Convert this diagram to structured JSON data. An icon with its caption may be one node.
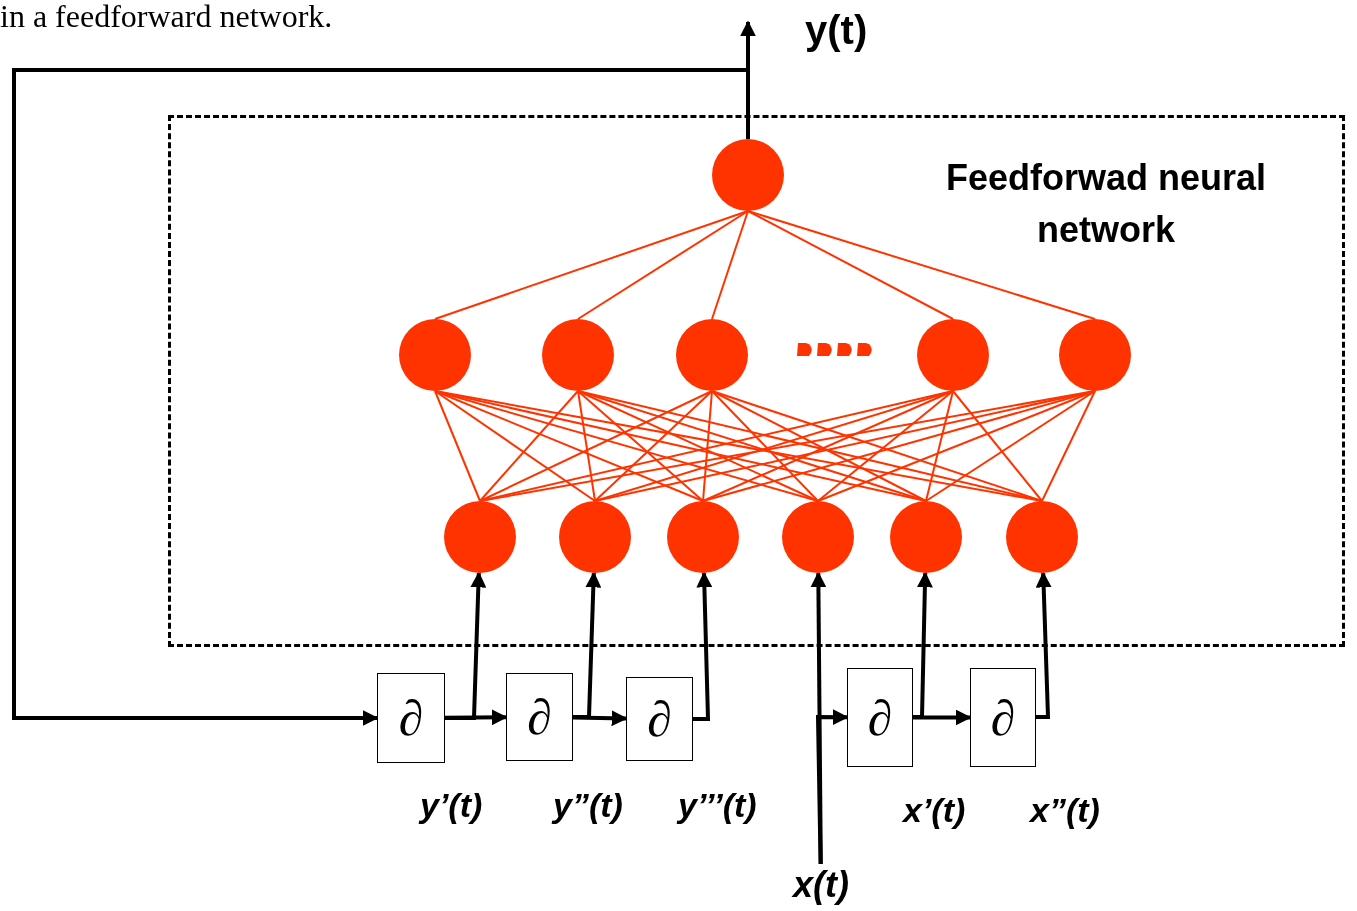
{
  "diagram": {
    "nodes": [
      {
        "text": [
          "Feedforwad neural network"
        ]
      },
      {
        "text": [],
        "shape": "circle",
        "in": 0
      },
      {
        "text": [],
        "shape": "circle",
        "in": 0
      },
      {
        "text": [],
        "shape": "circle",
        "in": 0
      },
      {
        "text": [],
        "shape": "circle",
        "in": 0
      },
      {
        "text": [],
        "shape": "circle",
        "in": 0
      },
      {
        "text": [],
        "shape": "circle",
        "in": 0
      },
      {
        "text": [],
        "shape": "circle",
        "in": 0
      },
      {
        "text": [],
        "shape": "circle",
        "in": 0
      },
      {
        "text": [],
        "shape": "circle",
        "in": 0
      },
      {
        "text": [],
        "shape": "circle",
        "in": 0
      },
      {
        "text": [],
        "shape": "circle",
        "in": 0
      },
      {
        "text": [],
        "shape": "circle",
        "in": 0
      },
      {
        "text": [
          "∂"
        ],
        "beside": [
          "y’(t)"
        ]
      },
      {
        "text": [
          "∂"
        ],
        "beside": [
          "y”(t)"
        ]
      },
      {
        "text": [
          "∂"
        ],
        "beside": [
          "y’’’(t)"
        ]
      },
      {
        "text": [
          "∂"
        ],
        "beside": [
          "x’(t)"
        ]
      },
      {
        "text": [
          "∂"
        ],
        "beside": [
          "x”(t)"
        ]
      },
      {
        "text": [
          "x(t)"
        ]
      }
    ],
    "edges": [
      {
        "from": 1,
        "to": null,
        "arrow": "to",
        "color": "#000000"
      },
      {
        "from": 1,
        "to": 13,
        "arrow": "to",
        "color": "#000000"
      },
      {
        "from": 13,
        "to": 14,
        "arrow": "to",
        "color": "#000000"
      },
      {
        "from": 14,
        "to": 15,
        "arrow": "to",
        "color": "#000000"
      },
      {
        "from": 13,
        "to": 7,
        "arrow": "to",
        "color": "#000000"
      },
      {
        "from": 14,
        "to": 8,
        "arrow": "to",
        "color": "#000000"
      },
      {
        "from": 15,
        "to": 9,
        "arrow": "to",
        "color": "#000000"
      },
      {
        "from": 18,
        "to": 10,
        "arrow": "to",
        "color": "#000000"
      },
      {
        "from": 18,
        "to": 16,
        "arrow": "to",
        "color": "#000000"
      },
      {
        "from": 16,
        "to": 17,
        "arrow": "to",
        "color": "#000000"
      },
      {
        "from": 16,
        "to": 11,
        "arrow": "to",
        "color": "#000000"
      },
      {
        "from": 17,
        "to": 12,
        "arrow": "to",
        "color": "#000000"
      },
      {
        "from": 2,
        "to": 1,
        "arrow": "none"
      },
      {
        "from": 3,
        "to": 1,
        "arrow": "none"
      },
      {
        "from": 4,
        "to": 1,
        "arrow": "none"
      },
      {
        "from": 5,
        "to": 1,
        "arrow": "none"
      },
      {
        "from": 6,
        "to": 1,
        "arrow": "none"
      },
      {
        "from": 7,
        "to": 2,
        "arrow": "none"
      },
      {
        "from": 7,
        "to": 3,
        "arrow": "none"
      },
      {
        "from": 7,
        "to": 4,
        "arrow": "none"
      },
      {
        "from": 7,
        "to": 5,
        "arrow": "none"
      },
      {
        "from": 7,
        "to": 6,
        "arrow": "none"
      },
      {
        "from": 8,
        "to": 2,
        "arrow": "none"
      },
      {
        "from": 8,
        "to": 3,
        "arrow": "none"
      },
      {
        "from": 8,
        "to": 4,
        "arrow": "none"
      },
      {
        "from": 8,
        "to": 5,
        "arrow": "none"
      },
      {
        "from": 8,
        "to": 6,
        "arrow": "none"
      },
      {
        "from": 9,
        "to": 2,
        "arrow": "none"
      },
      {
        "from": 9,
        "to": 3,
        "arrow": "none"
      },
      {
        "from": 9,
        "to": 4,
        "arrow": "none"
      },
      {
        "from": 9,
        "to": 5,
        "arrow": "none"
      },
      {
        "from": 9,
        "to": 6,
        "arrow": "none"
      },
      {
        "from": 10,
        "to": 2,
        "arrow": "none"
      },
      {
        "from": 10,
        "to": 3,
        "arrow": "none"
      },
      {
        "from": 10,
        "to": 4,
        "arrow": "none"
      },
      {
        "from": 10,
        "to": 5,
        "arrow": "none"
      },
      {
        "from": 10,
        "to": 6,
        "arrow": "none"
      },
      {
        "from": 11,
        "to": 2,
        "arrow": "none"
      },
      {
        "from": 11,
        "to": 3,
        "arrow": "none"
      },
      {
        "from": 11,
        "to": 4,
        "arrow": "none"
      },
      {
        "from": 11,
        "to": 5,
        "arrow": "none"
      },
      {
        "from": 11,
        "to": 6,
        "arrow": "none"
      },
      {
        "from": 12,
        "to": 2,
        "arrow": "none"
      },
      {
        "from": 12,
        "to": 3,
        "arrow": "none"
      },
      {
        "from": 12,
        "to": 4,
        "arrow": "none"
      },
      {
        "from": 12,
        "to": 5,
        "arrow": "none"
      },
      {
        "from": 12,
        "to": 6,
        "arrow": "none"
      }
    ],
    "labels": [
      "in a feedforward network.",
      "y(t)"
    ]
  }
}
